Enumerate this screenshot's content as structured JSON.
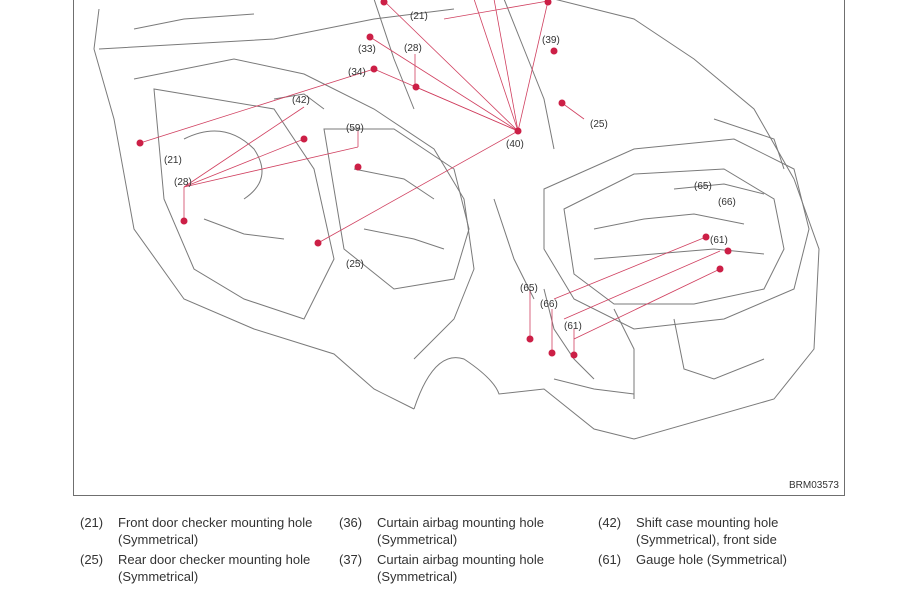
{
  "diagram": {
    "reference_code": "BRM03573",
    "callouts": [
      {
        "label": "(21)"
      },
      {
        "label": "(33)"
      },
      {
        "label": "(28)"
      },
      {
        "label": "(39)"
      },
      {
        "label": "(34)"
      },
      {
        "label": "(42)"
      },
      {
        "label": "(59)"
      },
      {
        "label": "(25)"
      },
      {
        "label": "(40)"
      },
      {
        "label": "(21)"
      },
      {
        "label": "(28)"
      },
      {
        "label": "(65)"
      },
      {
        "label": "(66)"
      },
      {
        "label": "(61)"
      },
      {
        "label": "(25)"
      },
      {
        "label": "(65)"
      },
      {
        "label": "(66)"
      },
      {
        "label": "(61)"
      }
    ]
  },
  "legend": [
    {
      "num": "(21)",
      "line1": "Front door checker mounting hole",
      "line2": "(Symmetrical)"
    },
    {
      "num": "(25)",
      "line1": "Rear door checker mounting hole",
      "line2": "(Symmetrical)"
    },
    {
      "num": "(36)",
      "line1": "Curtain airbag mounting hole",
      "line2": "(Symmetrical)"
    },
    {
      "num": "(37)",
      "line1": "Curtain airbag mounting hole",
      "line2": "(Symmetrical)"
    },
    {
      "num": "(42)",
      "line1": "Shift case mounting hole",
      "line2": "(Symmetrical), front side"
    },
    {
      "num": "(61)",
      "line1": "Gauge hole (Symmetrical)",
      "line2": ""
    }
  ]
}
